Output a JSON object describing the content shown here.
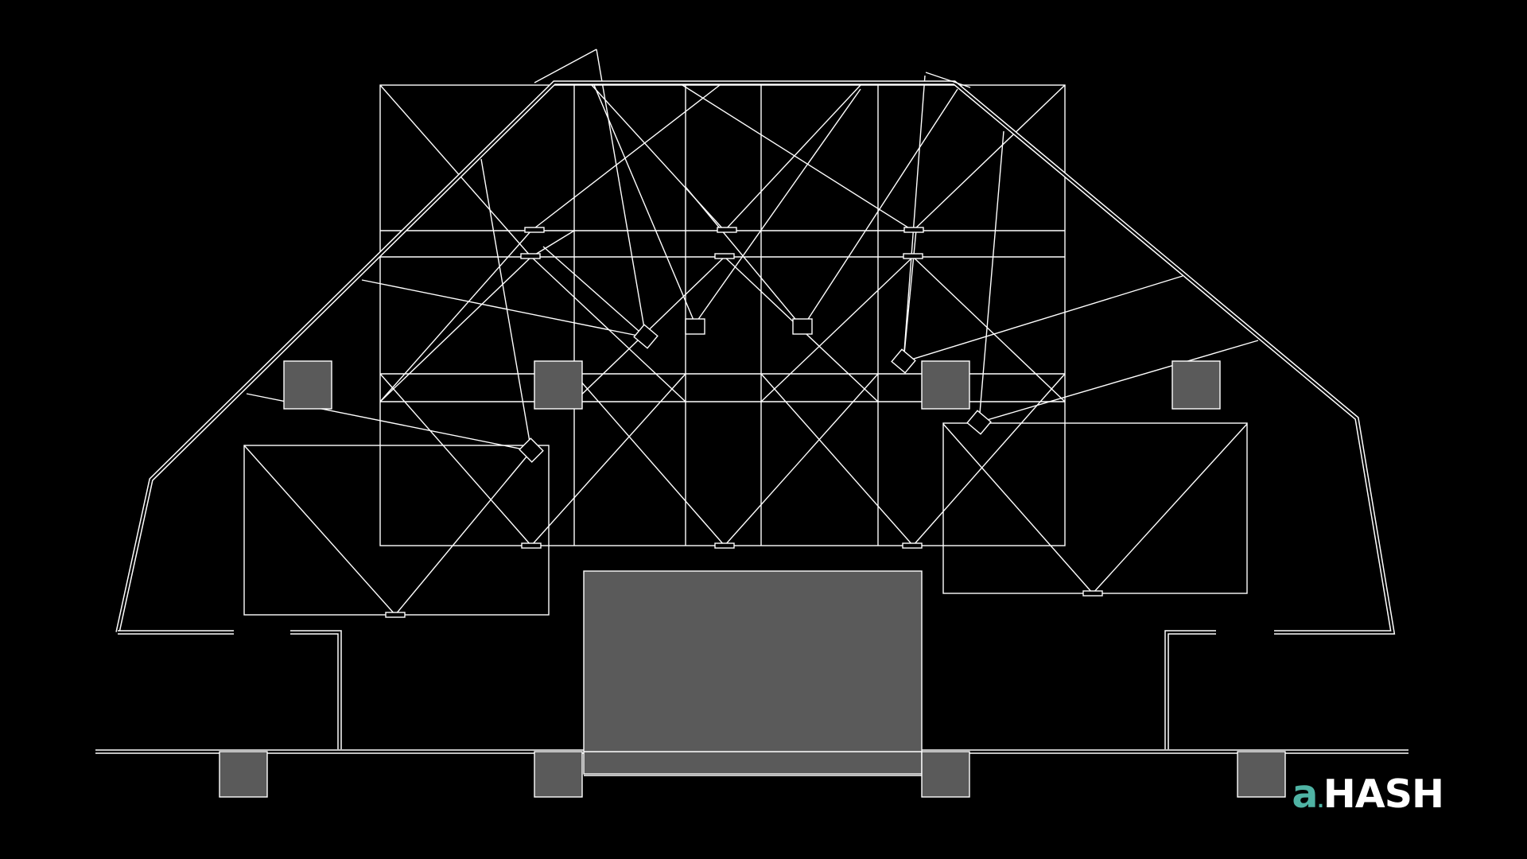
{
  "drawing": {
    "type": "architectural floor plan",
    "background": "#000000",
    "line_color": "#ffffff",
    "column_fill": "#5a5a5a"
  },
  "logo": {
    "prefix": "a",
    "separator": ".",
    "name": "HASH",
    "prefix_color": "#4fb3a4",
    "name_color": "#ffffff"
  }
}
